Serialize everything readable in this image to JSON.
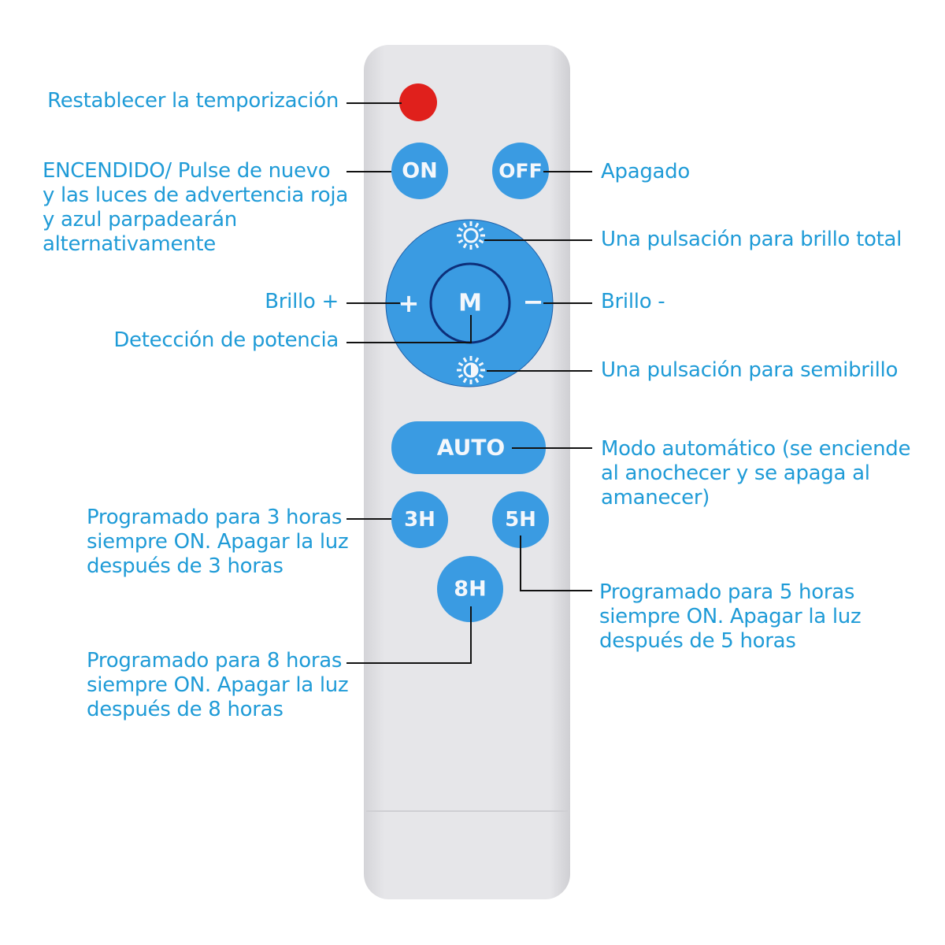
{
  "colors": {
    "label": "#1f9bd7",
    "button": "#3a9be2",
    "remote": "#e3e3e6",
    "reset": "#e0201c",
    "ring": "#0d2f7a"
  },
  "buttons": {
    "on": "ON",
    "off": "OFF",
    "m": "M",
    "plus": "+",
    "minus": "−",
    "auto": "AUTO",
    "h3": "3H",
    "h5": "5H",
    "h8": "8H"
  },
  "icons": {
    "full": "sun-icon",
    "half": "half-sun-icon"
  },
  "labels": {
    "reset": "Restablecer la temporización",
    "on": "ENCENDIDO/ Pulse de nuevo\ny las luces de advertencia roja\ny azul parpadearán\nalternativamente",
    "off": "Apagado",
    "full": "Una pulsación para brillo total",
    "plus": "Brillo +",
    "minus": "Brillo -",
    "m": "Detección de potencia",
    "half": "Una pulsación para semibrillo",
    "auto": "Modo automático (se enciende\nal anochecer y se apaga al\namanecer)",
    "h3": "Programado para 3 horas\nsiempre ON. Apagar la luz\ndespués de 3 horas",
    "h5": "Programado para 5 horas\nsiempre ON. Apagar la luz\ndespués de 5 horas",
    "h8": "Programado para 8 horas\nsiempre ON. Apagar la luz\ndespués de 8 horas"
  }
}
